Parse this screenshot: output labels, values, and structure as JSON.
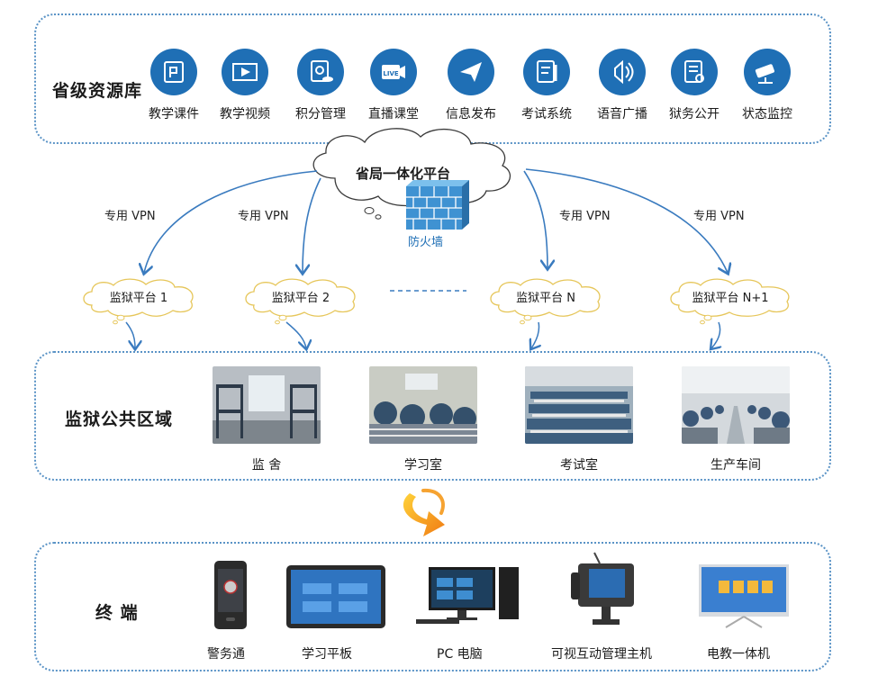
{
  "resources": {
    "title": "省级资源库",
    "items": [
      {
        "label": "教学课件",
        "icon": "courseware-icon"
      },
      {
        "label": "教学视频",
        "icon": "video-icon"
      },
      {
        "label": "积分管理",
        "icon": "points-management-icon"
      },
      {
        "label": "直播课堂",
        "icon": "live-icon"
      },
      {
        "label": "信息发布",
        "icon": "paper-plane-icon"
      },
      {
        "label": "考试系统",
        "icon": "exam-icon"
      },
      {
        "label": "语音广播",
        "icon": "broadcast-icon"
      },
      {
        "label": "狱务公开",
        "icon": "document-icon"
      },
      {
        "label": "状态监控",
        "icon": "camera-icon"
      }
    ]
  },
  "platform": {
    "title": "省局一体化平台",
    "firewall": "防火墙"
  },
  "vpn_label": "专用 VPN",
  "prison_platforms": [
    "监狱平台 1",
    "监狱平台 2",
    "监狱平台 N",
    "监狱平台 N+1"
  ],
  "public_area": {
    "title": "监狱公共区域",
    "places": [
      "监  舍",
      "学习室",
      "考试室",
      "生产车间"
    ]
  },
  "terminals": {
    "title": "终  端",
    "devices": [
      "警务通",
      "学习平板",
      "PC  电脑",
      "可视互动管理主机",
      "电教一体机"
    ]
  },
  "colors": {
    "accent": "#1f6fb5",
    "cloud_border": "#e6c65a",
    "orange": "#f08a1c"
  }
}
